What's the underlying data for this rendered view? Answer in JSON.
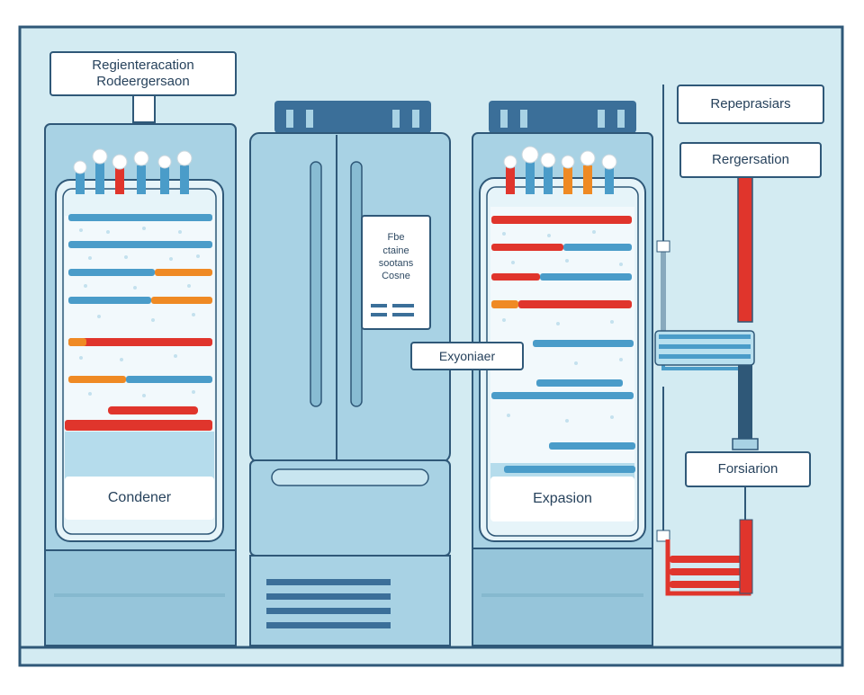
{
  "labels": {
    "top_left_line1": "Regienteracation",
    "top_left_line2": "Rodeergersaon",
    "top_right_1": "Repeprasiars",
    "top_right_2": "Rergersation",
    "note_line1": "Fbe",
    "note_line2": "ctaine",
    "note_line3": "sootans",
    "note_line4": "Cosne",
    "expansion_tag": "Exyoniaer",
    "condenser": "Condener",
    "expansion": "Expasion",
    "right_lower": "Forsiarion"
  },
  "colors": {
    "frame_border": "#2f5878",
    "fridge_body": "#a8d2e4",
    "fridge_dark": "#88bcd3",
    "interior": "#e6f4f9",
    "coil_blue": "#4a9cc9",
    "coil_red": "#e0352c",
    "coil_orange": "#ef8a24",
    "vent": "#3b6f99"
  }
}
